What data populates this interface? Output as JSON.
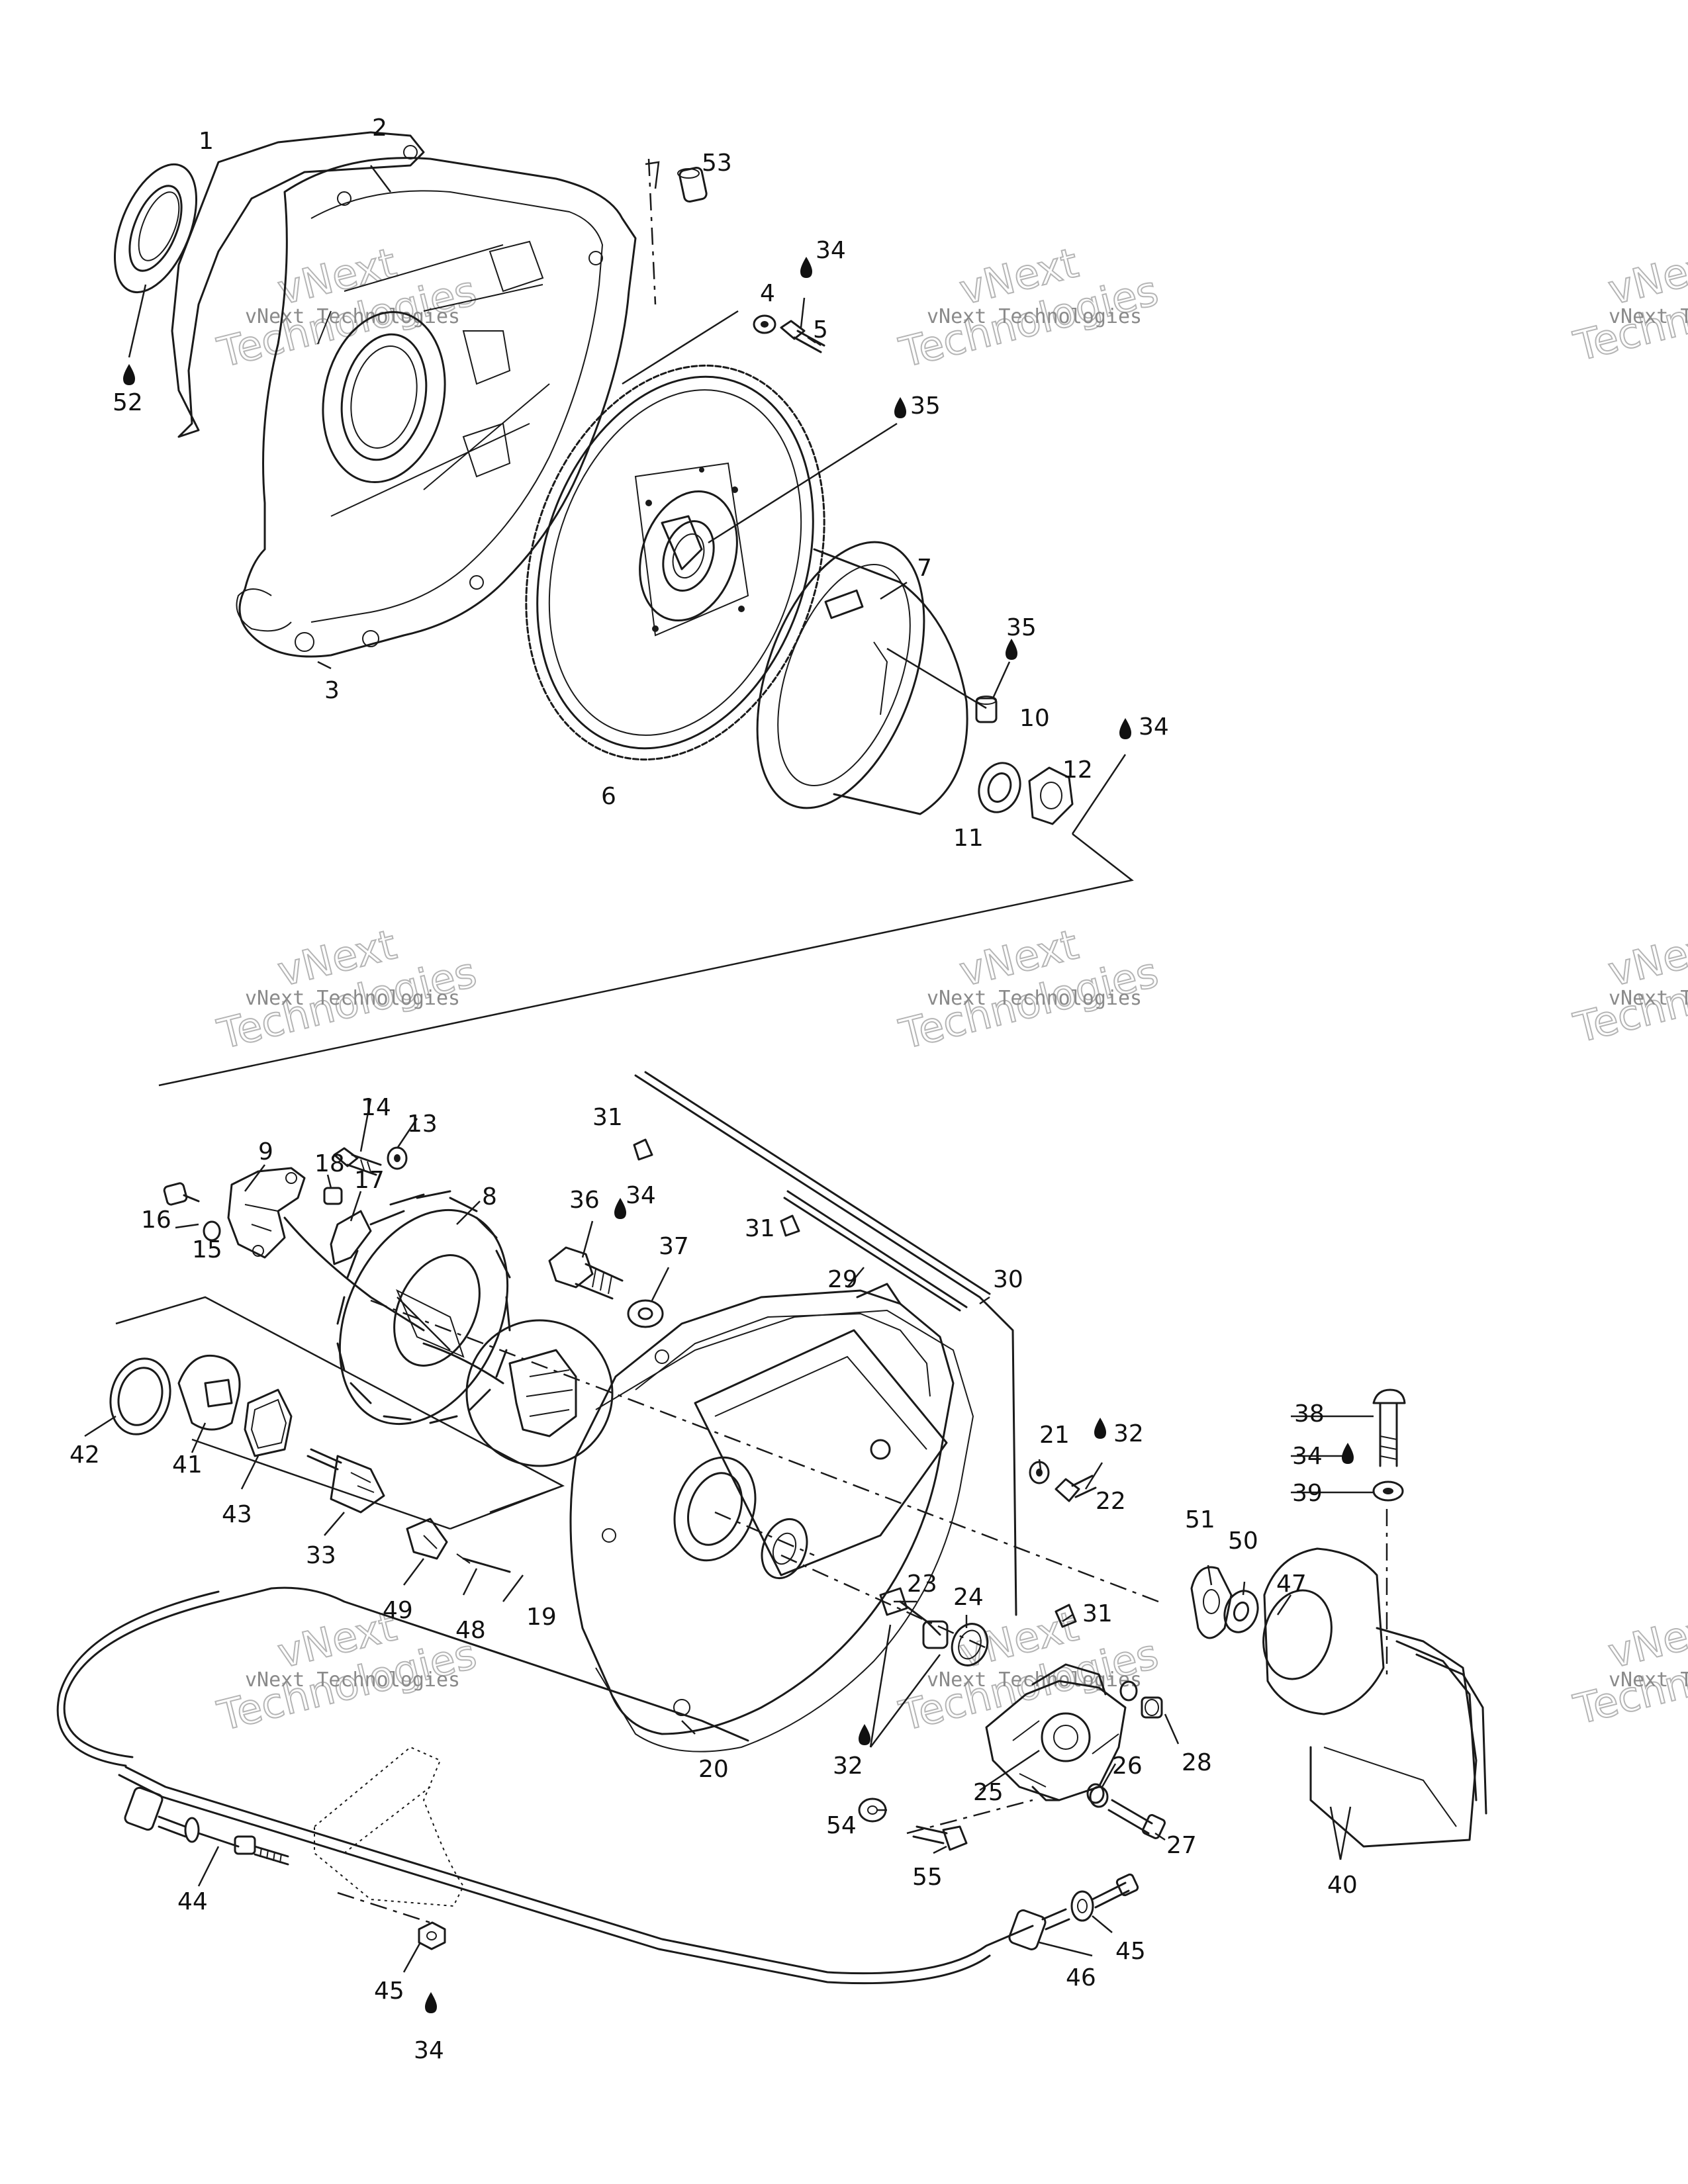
{
  "watermark": {
    "line1": "vNext",
    "line2": "Technologies",
    "full": "vNext Technologies"
  },
  "callouts": [
    "1",
    "2",
    "3",
    "4",
    "5",
    "6",
    "7",
    "8",
    "9",
    "10",
    "11",
    "12",
    "13",
    "14",
    "15",
    "16",
    "17",
    "18",
    "19",
    "20",
    "21",
    "22",
    "23",
    "24",
    "25",
    "26",
    "27",
    "28",
    "29",
    "30",
    "31",
    "32",
    "33",
    "34",
    "35",
    "36",
    "37",
    "38",
    "39",
    "40",
    "41",
    "42",
    "43",
    "44",
    "45",
    "46",
    "47",
    "48",
    "49",
    "50",
    "51",
    "52",
    "53",
    "54",
    "55"
  ],
  "lubricant_symbol": "drop-icon"
}
